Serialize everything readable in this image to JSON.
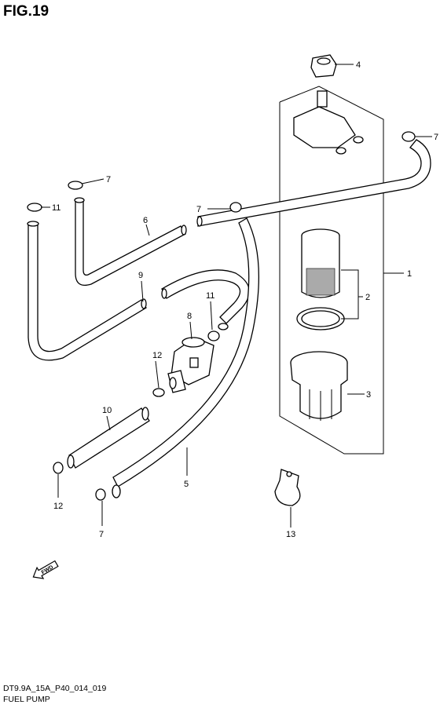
{
  "figure": {
    "title": "FIG.19"
  },
  "callouts": [
    "1",
    "2",
    "3",
    "4",
    "5",
    "6",
    "7",
    "7",
    "7",
    "7",
    "8",
    "9",
    "10",
    "11",
    "11",
    "12",
    "12",
    "13"
  ],
  "fwd_marker": {
    "label": "FWD"
  },
  "footer": {
    "code": "DT9.9A_15A_P40_014_019",
    "caption": "FUEL PUMP"
  },
  "colors": {
    "line": "#000000",
    "background": "#ffffff"
  }
}
